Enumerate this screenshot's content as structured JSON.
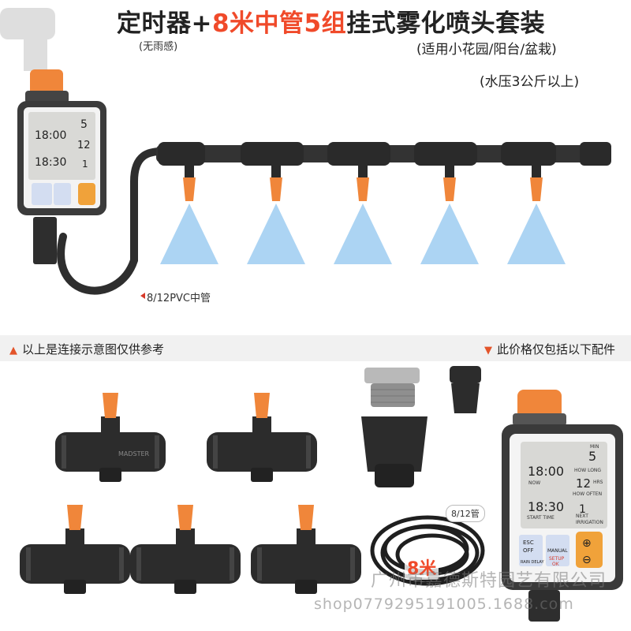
{
  "header": {
    "title_part1": "定时器+",
    "title_highlight": "8米中管5组",
    "title_part2": "挂式雾化喷头套装",
    "note_rain": "(无雨感)",
    "usage": "(适用小花园/阳台/盆栽)",
    "pressure": "(水压3公斤以上)"
  },
  "diagram": {
    "pipe_label": "8/12PVC中管"
  },
  "band": {
    "left_text": "以上是连接示意图仅供参考",
    "right_text": "此价格仅包括以下配件"
  },
  "parts": {
    "tube_label": "8/12管",
    "tube_length": "8米",
    "tee_brand": "MADSTER"
  },
  "timer": {
    "time_now": "18:00",
    "start_time": "18:30",
    "min_value": "5",
    "hrs_value": "12",
    "hrs2_value": "1",
    "lbl_min": "MIN",
    "lbl_how_long": "HOW LONG",
    "lbl_hrs": "HRS",
    "lbl_how_often": "HOW OFTEN",
    "lbl_now": "NOW",
    "lbl_start": "START TIME",
    "lbl_next": "NEXT",
    "lbl_irrigation": "IRRIGATION",
    "btn_esc": "ESC",
    "btn_off": "OFF",
    "btn_manual": "MANUAL",
    "btn_rain": "RAIN DELAY",
    "btn_setup": "SETUP",
    "btn_ok": "OK",
    "btn_plus": "⊕",
    "btn_minus": "⊖"
  },
  "watermark": {
    "line1": "广州市嘉德斯特园艺有限公司",
    "line2": "shop0779295191005.1688.com"
  },
  "colors": {
    "accent": "#f04a2a",
    "orange_part": "#f0863a",
    "pipe": "#2e2e2e",
    "mist": "#8fc6ef"
  }
}
